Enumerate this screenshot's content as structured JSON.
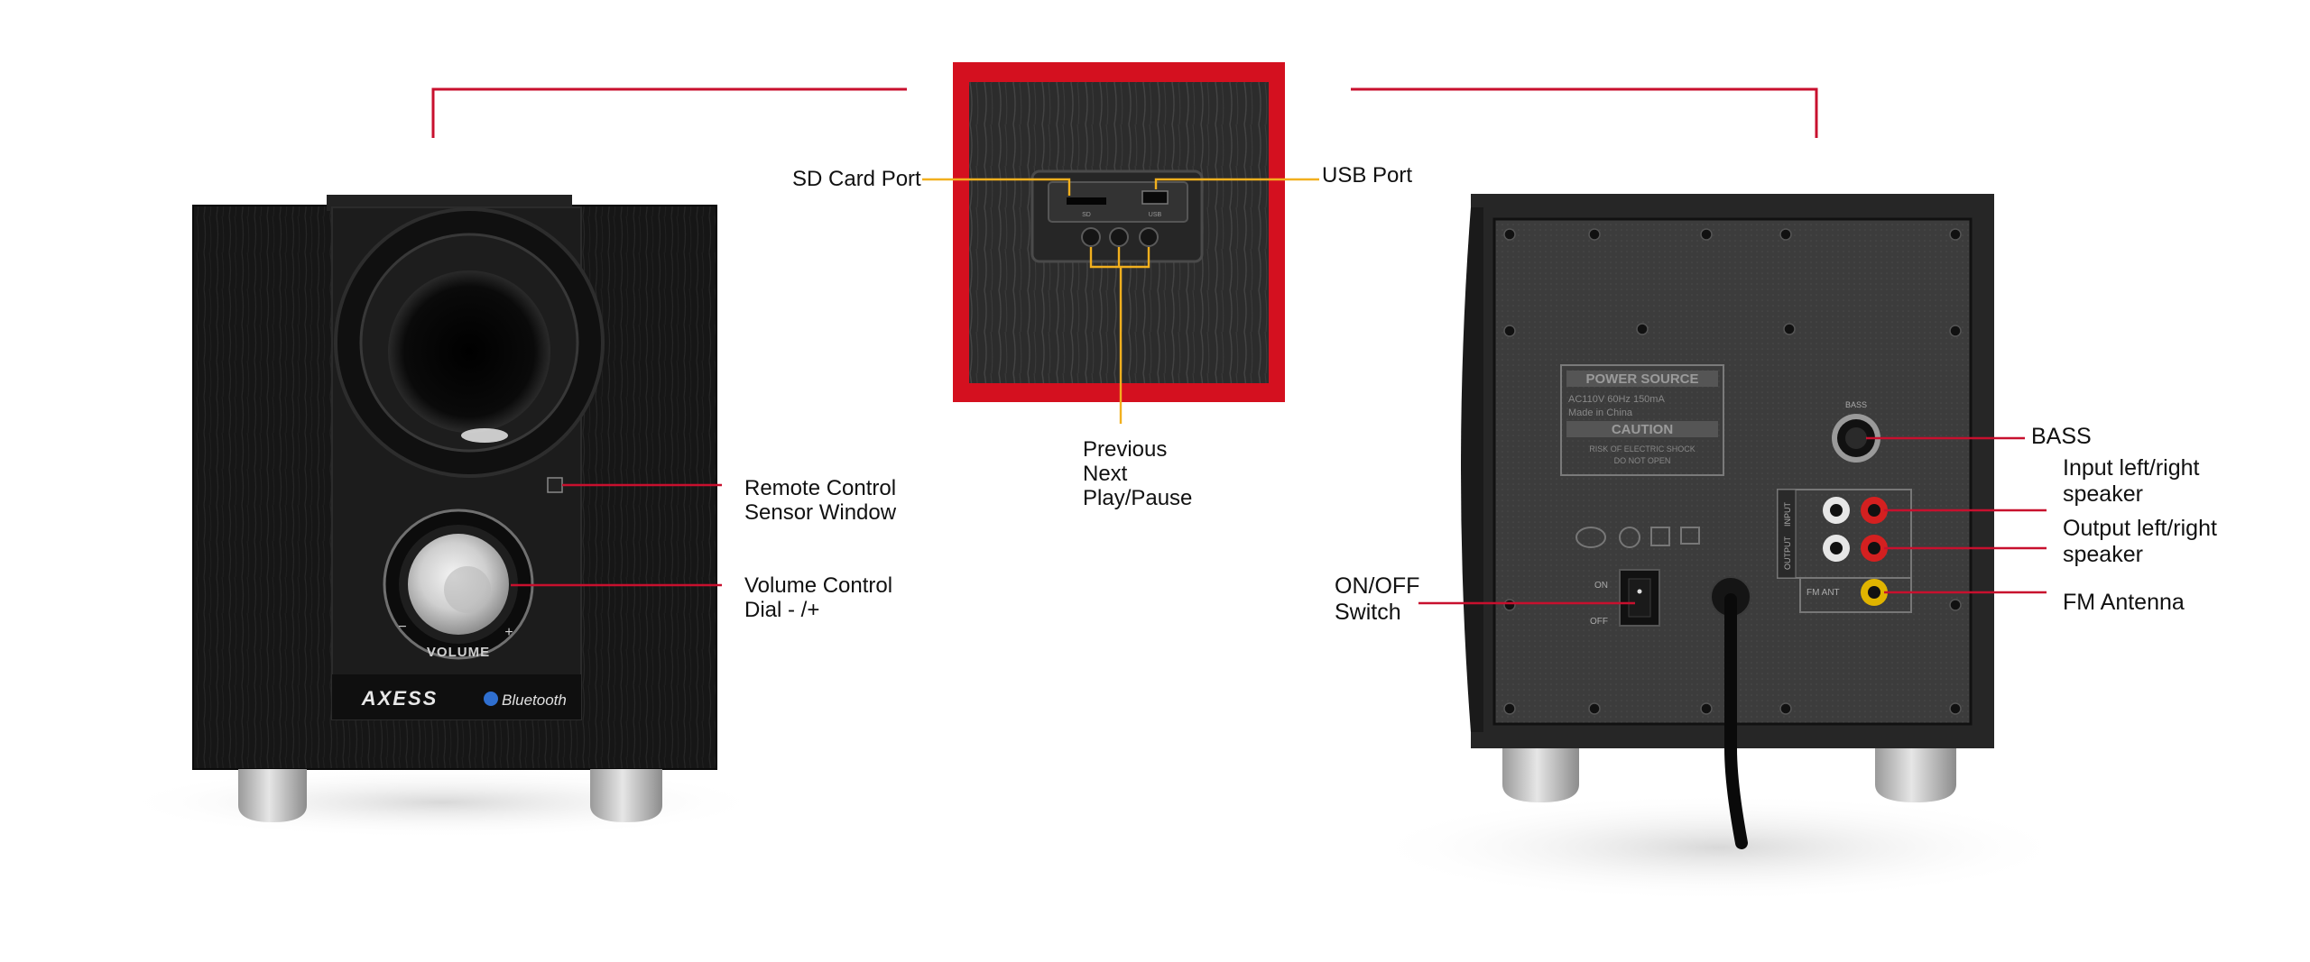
{
  "front_speaker": {
    "brand_logo": "AXESS",
    "bluetooth_logo": "Bluetooth",
    "volume_label": "VOLUME",
    "volume_minus": "−",
    "volume_plus": "+"
  },
  "detail_panel": {
    "usb_marking": "USB",
    "sd_marking": "SD"
  },
  "rear_panel": {
    "bass_label": "BASS",
    "power_source": "POWER SOURCE",
    "power_rating": "AC110V  60Hz  150mA",
    "made_in": "Made in China",
    "caution": "CAUTION",
    "warning_line1": "RISK OF ELECTRIC SHOCK",
    "warning_line2": "DO NOT OPEN",
    "input_tag": "INPUT",
    "output_tag": "OUTPUT",
    "fm_ant_tag": "FM ANT",
    "switch_on": "ON",
    "switch_off": "OFF"
  },
  "callouts": {
    "sd_card_port": "SD Card Port",
    "usb_port": "USB Port",
    "buttons_line1": "Previous",
    "buttons_line2": "Next",
    "buttons_line3": "Play/Pause",
    "remote_line1": "Remote Control",
    "remote_line2": "Sensor Window",
    "volume_line1": "Volume Control",
    "volume_line2": "Dial - /+",
    "bass": "BASS",
    "input_line1": "Input left/right",
    "input_line2": "speaker",
    "output_line1": "Output left/right",
    "output_line2": "speaker",
    "fm_antenna": "FM Antenna",
    "onoff_line1": "ON/OFF",
    "onoff_line2": "Switch"
  },
  "colors": {
    "accent_red": "#d4101f",
    "leader_red": "#c8102e",
    "leader_gold": "#f2b01e",
    "wood_black": "#151515",
    "panel_gray": "#3a3a3a"
  }
}
